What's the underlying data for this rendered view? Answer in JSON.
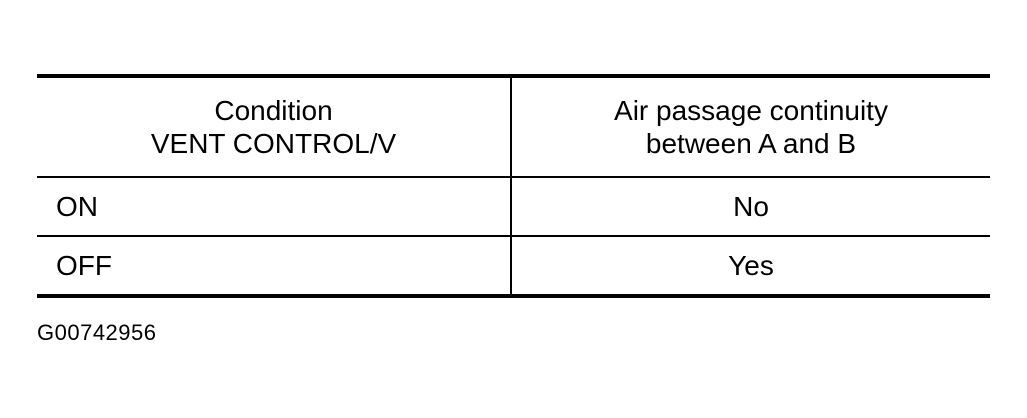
{
  "table": {
    "header": {
      "condition_line1": "Condition",
      "condition_line2": "VENT CONTROL/V",
      "continuity_line1": "Air passage continuity",
      "continuity_line2": "between A and B"
    },
    "rows": [
      {
        "condition": "ON",
        "continuity": "No"
      },
      {
        "condition": "OFF",
        "continuity": "Yes"
      }
    ]
  },
  "figure_id": "G00742956"
}
